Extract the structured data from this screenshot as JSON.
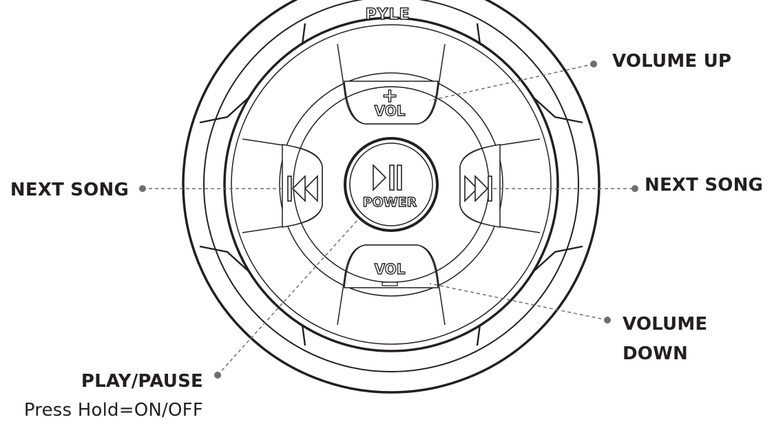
{
  "brand": "PYLE",
  "buttons": {
    "vol_up_symbol": "+",
    "vol_up_text": "VOL",
    "vol_down_text": "VOL",
    "vol_down_symbol": "—",
    "center_text": "POWER"
  },
  "callouts": {
    "volume_up": "VOLUME UP",
    "next_song_left": "NEXT SONG",
    "next_song_right": "NEXT SONG",
    "volume_down_line1": "VOLUME",
    "volume_down_line2": "DOWN",
    "play_pause": "PLAY/PAUSE",
    "press_hold": "Press Hold=ON/OFF"
  },
  "colors": {
    "ink": "#231f20",
    "leader": "#6d6e71",
    "background": "#ffffff"
  }
}
